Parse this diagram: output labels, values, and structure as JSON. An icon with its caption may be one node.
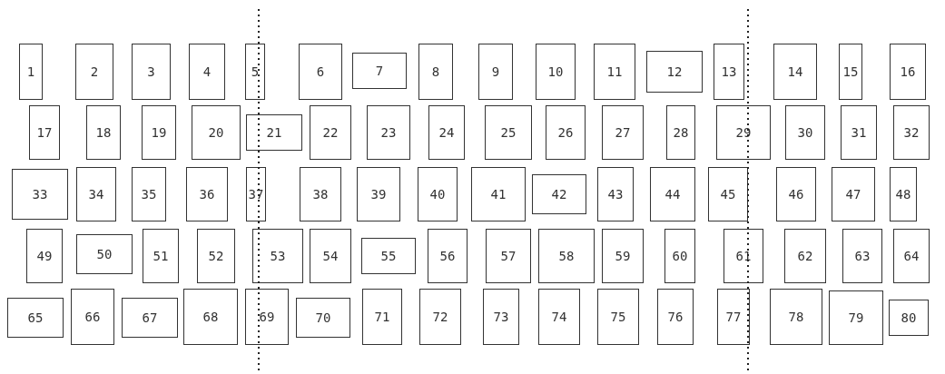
{
  "diagram": {
    "nodes": [
      {
        "text": [
          "1"
        ]
      },
      {
        "text": [
          "2"
        ]
      },
      {
        "text": [
          "3"
        ]
      },
      {
        "text": [
          "4"
        ]
      },
      {
        "text": [
          "5"
        ]
      },
      {
        "text": [
          "6"
        ]
      },
      {
        "text": [
          "7"
        ]
      },
      {
        "text": [
          "8"
        ]
      },
      {
        "text": [
          "9"
        ]
      },
      {
        "text": [
          "10"
        ]
      },
      {
        "text": [
          "11"
        ]
      },
      {
        "text": [
          "12"
        ]
      },
      {
        "text": [
          "13"
        ]
      },
      {
        "text": [
          "14"
        ]
      },
      {
        "text": [
          "15"
        ]
      },
      {
        "text": [
          "16"
        ]
      },
      {
        "text": [
          "17"
        ]
      },
      {
        "text": [
          "18"
        ]
      },
      {
        "text": [
          "19"
        ]
      },
      {
        "text": [
          "20"
        ]
      },
      {
        "text": [
          "21"
        ]
      },
      {
        "text": [
          "22"
        ]
      },
      {
        "text": [
          "23"
        ]
      },
      {
        "text": [
          "24"
        ]
      },
      {
        "text": [
          "25"
        ]
      },
      {
        "text": [
          "26"
        ]
      },
      {
        "text": [
          "27"
        ]
      },
      {
        "text": [
          "28"
        ]
      },
      {
        "text": [
          "29"
        ]
      },
      {
        "text": [
          "30"
        ]
      },
      {
        "text": [
          "31"
        ]
      },
      {
        "text": [
          "32"
        ]
      },
      {
        "text": [
          "33"
        ]
      },
      {
        "text": [
          "34"
        ]
      },
      {
        "text": [
          "35"
        ]
      },
      {
        "text": [
          "36"
        ]
      },
      {
        "text": [
          "37"
        ]
      },
      {
        "text": [
          "38"
        ]
      },
      {
        "text": [
          "39"
        ]
      },
      {
        "text": [
          "40"
        ]
      },
      {
        "text": [
          "41"
        ]
      },
      {
        "text": [
          "42"
        ]
      },
      {
        "text": [
          "43"
        ]
      },
      {
        "text": [
          "44"
        ]
      },
      {
        "text": [
          "45"
        ]
      },
      {
        "text": [
          "46"
        ]
      },
      {
        "text": [
          "47"
        ]
      },
      {
        "text": [
          "48"
        ]
      },
      {
        "text": [
          "49"
        ]
      },
      {
        "text": [
          "50"
        ]
      },
      {
        "text": [
          "51"
        ]
      },
      {
        "text": [
          "52"
        ]
      },
      {
        "text": [
          "53"
        ]
      },
      {
        "text": [
          "54"
        ]
      },
      {
        "text": [
          "55"
        ]
      },
      {
        "text": [
          "56"
        ]
      },
      {
        "text": [
          "57"
        ]
      },
      {
        "text": [
          "58"
        ]
      },
      {
        "text": [
          "59"
        ]
      },
      {
        "text": [
          "60"
        ]
      },
      {
        "text": [
          "61"
        ]
      },
      {
        "text": [
          "62"
        ]
      },
      {
        "text": [
          "63"
        ]
      },
      {
        "text": [
          "64"
        ]
      },
      {
        "text": [
          "65"
        ]
      },
      {
        "text": [
          "66"
        ]
      },
      {
        "text": [
          "67"
        ]
      },
      {
        "text": [
          "68"
        ]
      },
      {
        "text": [
          "69"
        ]
      },
      {
        "text": [
          "70"
        ]
      },
      {
        "text": [
          "71"
        ]
      },
      {
        "text": [
          "72"
        ]
      },
      {
        "text": [
          "73"
        ]
      },
      {
        "text": [
          "74"
        ]
      },
      {
        "text": [
          "75"
        ]
      },
      {
        "text": [
          "76"
        ]
      },
      {
        "text": [
          "77"
        ]
      },
      {
        "text": [
          "78"
        ]
      },
      {
        "text": [
          "79"
        ]
      },
      {
        "text": [
          "80"
        ]
      }
    ]
  }
}
